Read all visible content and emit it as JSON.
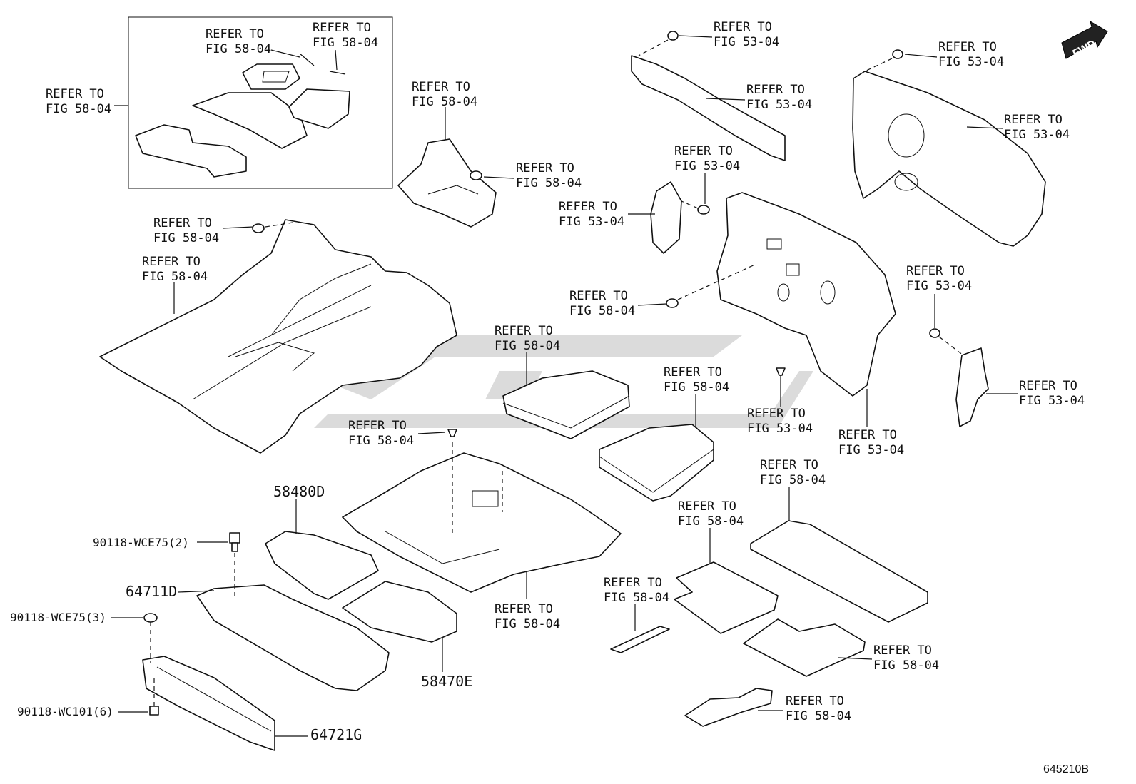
{
  "callouts": {
    "refer_text": "REFER TO",
    "fig_58": "FIG 58-04",
    "fig_53": "FIG 53-04"
  },
  "parts": {
    "p58480D": "58480D",
    "p58470E": "58470E",
    "p64711D": "64711D",
    "p64721G": "64721G",
    "b1": "90118-WCE75(2)",
    "b2": "90118-WCE75(3)",
    "b3": "90118-WC101(6)"
  },
  "orientation": {
    "label": "FWD"
  },
  "figure_code": "645210B"
}
